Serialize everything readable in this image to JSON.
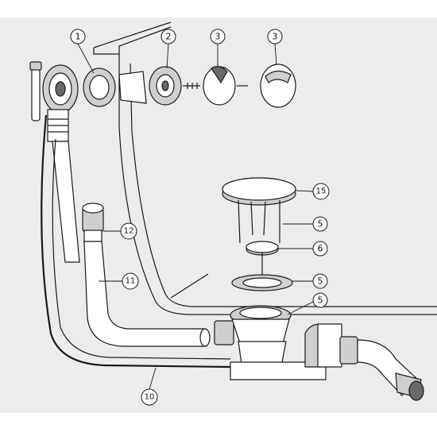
{
  "callouts": {
    "c1": "1",
    "c2": "2",
    "c3a": "3",
    "c3b": "3",
    "c15": "15",
    "c5a": "5",
    "c6": "6",
    "c5b": "5",
    "c5c": "5",
    "c12": "12",
    "c11": "11",
    "c10": "10"
  },
  "colors": {
    "background": "#ececec",
    "line": "#1a1a1a",
    "part_fill": "#ffffff",
    "shade": "#cfcfcf"
  }
}
